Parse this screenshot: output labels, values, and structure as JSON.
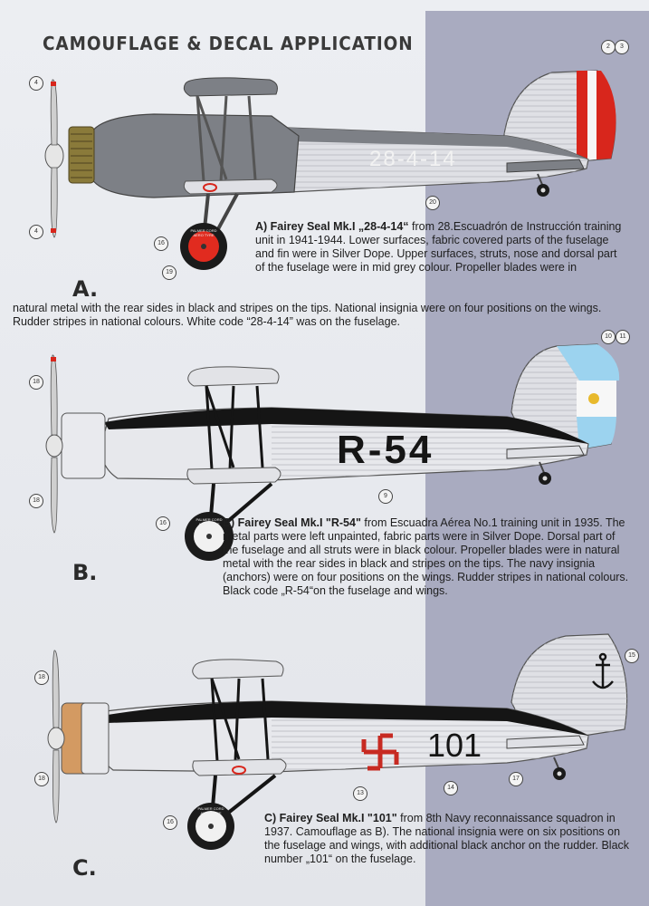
{
  "title": "CAMOUFLAGE & DECAL APPLICATION",
  "colors": {
    "background": "#e7e8ec",
    "band": "#a9abc0",
    "mid_grey": "#7d8086",
    "silver": "#dedfe3",
    "black": "#151515",
    "red": "#d8261c",
    "argentine_blue": "#9cd3ef"
  },
  "aircraft": [
    {
      "letter": "A.",
      "name": "A) Fairey Seal Mk.I „28-4-14“",
      "text_1": " from 28.Escuadrón de Instrucción training unit in 1941-1944. Lower surfaces, fabric covered parts of the fuselage and fin were in Silver Dope. Upper surfaces, struts, nose and dorsal part of the fuselage were in mid grey colour. Propeller blades were in",
      "text_2": "natural metal with the rear sides in black and stripes on the tips. National insignia were on four positions on the wings. Rudder stripes in national colours. White code “28-4-14” was on the fuselage.",
      "code": "28-4-14",
      "callouts": [
        "2",
        "3",
        "4",
        "4",
        "16",
        "19",
        "20"
      ]
    },
    {
      "letter": "B.",
      "name": "B) Fairey Seal Mk.I \"R-54\"",
      "text": " from Escuadra Aérea No.1 training unit in 1935. The metal parts were left unpainted, fabric parts were in Silver Dope. Dorsal part of the fuselage and all struts were in black colour. Propeller blades were in natural metal with the rear sides in black and stripes on the tips. The navy insignia (anchors) were on four positions on the wings. Rudder stripes in national colours. Black code „R-54“on the fuselage and wings.",
      "code": "R-54",
      "callouts": [
        "10",
        "11",
        "18",
        "18",
        "16",
        "9"
      ]
    },
    {
      "letter": "C.",
      "name": "C) Fairey Seal Mk.I \"101\"",
      "text": " from 8th Navy reconnaissance squadron in 1937. Camouflage as B). The national insignia were on six positions on the fuselage and wings, with additional black anchor on the rudder. Black number „101“ on the fuselage.",
      "code": "101",
      "callouts": [
        "18",
        "15",
        "18",
        "16",
        "13",
        "14",
        "17"
      ]
    }
  ],
  "wheel_text": "PALMER CORD AERO TYRE"
}
